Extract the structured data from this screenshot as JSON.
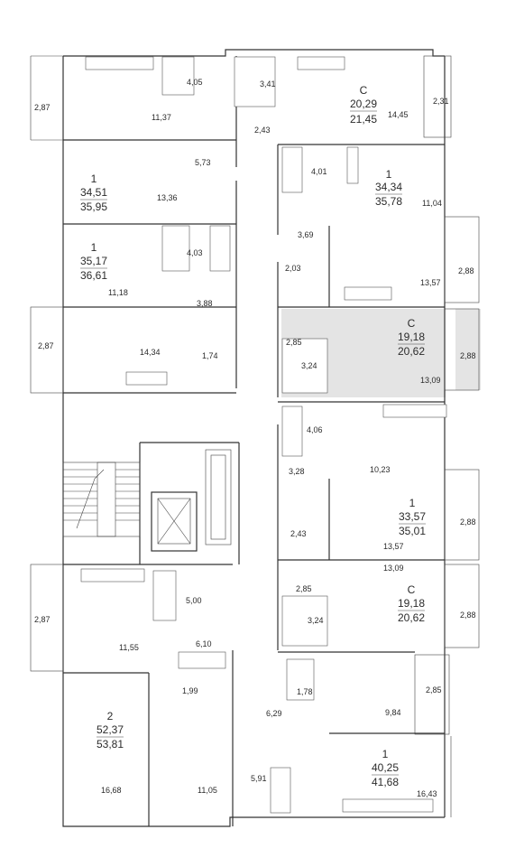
{
  "colors": {
    "wall": "#333333",
    "highlight": "#e4e4e4",
    "text": "#2b2b2b"
  },
  "units": [
    {
      "id": "u-c-top",
      "type": "С",
      "living": "20,29",
      "total": "21,45"
    },
    {
      "id": "u-1a",
      "type": "1",
      "living": "34,51",
      "total": "35,95"
    },
    {
      "id": "u-1b",
      "type": "1",
      "living": "34,34",
      "total": "35,78"
    },
    {
      "id": "u-1c",
      "type": "1",
      "living": "35,17",
      "total": "36,61"
    },
    {
      "id": "u-c-mid",
      "type": "С",
      "living": "19,18",
      "total": "20,62",
      "highlighted": true
    },
    {
      "id": "u-1d",
      "type": "1",
      "living": "33,57",
      "total": "35,01"
    },
    {
      "id": "u-c-low",
      "type": "С",
      "living": "19,18",
      "total": "20,62"
    },
    {
      "id": "u-2",
      "type": "2",
      "living": "52,37",
      "total": "53,81"
    },
    {
      "id": "u-1e",
      "type": "1",
      "living": "40,25",
      "total": "41,68"
    }
  ],
  "room_areas": [
    "2,87",
    "4,05",
    "11,37",
    "3,41",
    "2,43",
    "14,45",
    "2,31",
    "5,73",
    "13,36",
    "4,01",
    "11,04",
    "3,69",
    "2,03",
    "13,57",
    "2,88",
    "4,03",
    "11,18",
    "3,88",
    "2,87",
    "14,34",
    "1,74",
    "2,85",
    "3,24",
    "13,09",
    "2,88",
    "4,06",
    "10,23",
    "3,28",
    "2,43",
    "13,57",
    "2,88",
    "13,09",
    "5,00",
    "2,85",
    "2,87",
    "3,24",
    "2,88",
    "11,55",
    "6,10",
    "1,99",
    "1,78",
    "2,85",
    "6,29",
    "9,84",
    "16,68",
    "11,05",
    "5,91",
    "16,43"
  ]
}
